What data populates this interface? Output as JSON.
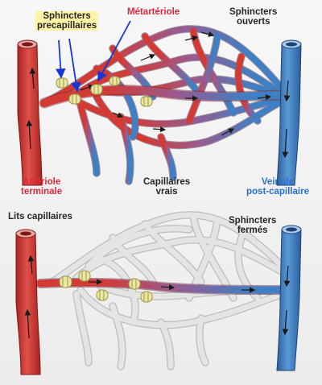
{
  "labels": {
    "sphincters_precapillaires": {
      "line1": "Sphincters",
      "line2": "precapillaires"
    },
    "metarteriole": "Métartériole",
    "sphincters_ouverts": {
      "line1": "Sphincters",
      "line2": "ouverts"
    },
    "arteriole_terminale": {
      "line1": "Artériole",
      "line2": "terminale"
    },
    "capillaires_vrais": {
      "line1": "Capillaires",
      "line2": "vrais"
    },
    "veinule_post_capillaire": {
      "line1": "Veinule",
      "line2": "post-capillaire"
    },
    "lits_capillaires": "Lits capillaires",
    "sphincters_fermes": {
      "line1": "Sphincters",
      "line2": "fermés"
    }
  },
  "colors": {
    "artery": "#cf3b34",
    "vein": "#3f7fc3",
    "sphincter": "#ece6a2",
    "closed_capillary": "#dadada",
    "pointer_arrow": "#1537d8"
  }
}
